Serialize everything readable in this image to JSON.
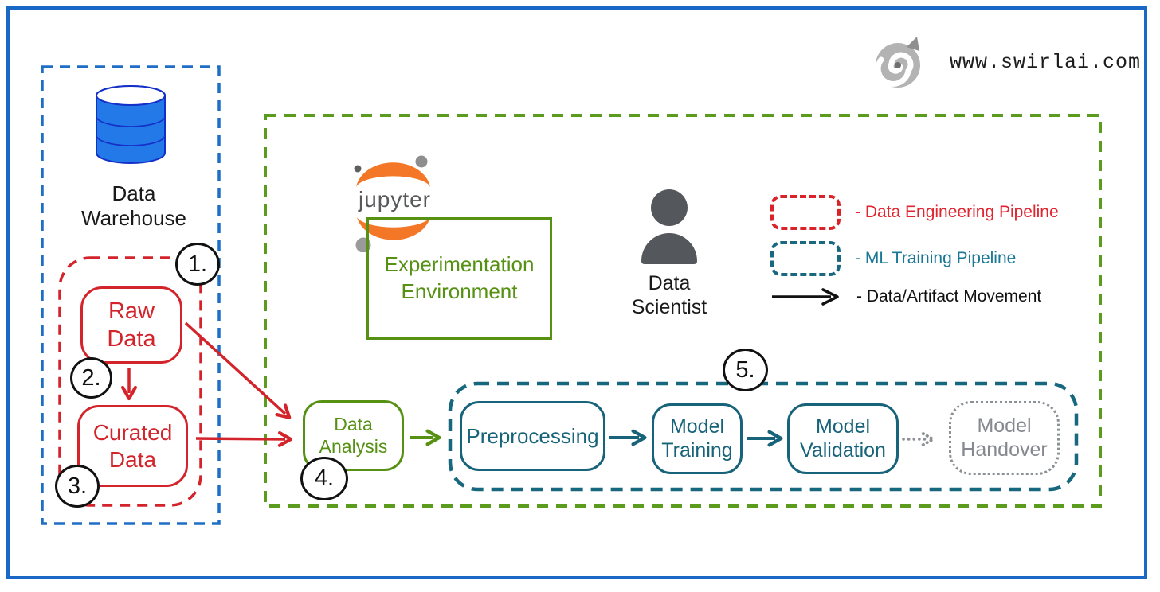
{
  "site": {
    "url": "www.swirlai.com"
  },
  "palette": {
    "outer_border_blue": "#1a68c5",
    "warehouse_dash_blue": "#1e6ec6",
    "pipeline_red": "#d3232b",
    "experimentation_green": "#569114",
    "zone_dash_green": "#5b9c1e",
    "ml_teal": "#176379",
    "handover_gray": "#8b9095",
    "person_gray": "#54585d",
    "jupyter_orange": "#f37726",
    "database_blue": "#2379e8"
  },
  "warehouse": {
    "label": "Data Warehouse",
    "raw": "Raw Data",
    "curated": "Curated Data"
  },
  "badges": {
    "b1": "1.",
    "b2": "2.",
    "b3": "3.",
    "b4": "4.",
    "b5": "5."
  },
  "experimentation": {
    "jupyter": "jupyter",
    "label": "Experimentation Environment"
  },
  "scientist": {
    "label": "Data Scientist"
  },
  "legend": [
    {
      "label": "- Data Engineering Pipeline"
    },
    {
      "label": "- ML Training Pipeline"
    },
    {
      "label": "- Data/Artifact Movement"
    }
  ],
  "pipeline": {
    "data_analysis": "Data Analysis",
    "preprocessing": "Preprocessing",
    "model_training": "Model Training",
    "model_validation": "Model Validation",
    "model_handover": "Model Handover"
  }
}
